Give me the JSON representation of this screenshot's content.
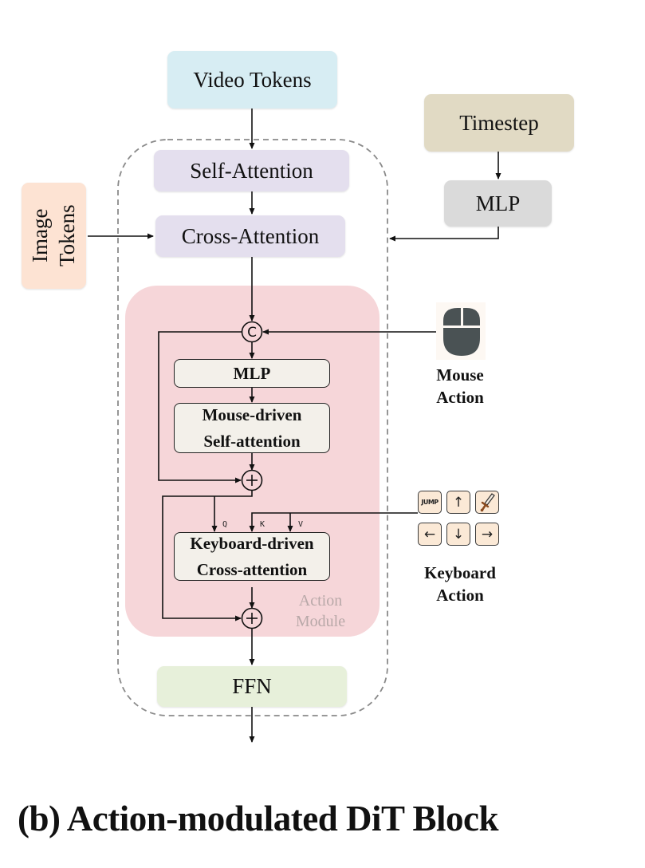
{
  "title": "(b) Action-modulated DiT Block",
  "colors": {
    "video_tokens": "#d7edf3",
    "self_attention": "#e4dfee",
    "cross_attention": "#e4dfee",
    "image_tokens": "#fde3d3",
    "timestep": "#e1dac4",
    "timestep_mlp": "#dadada",
    "action_module": "#f6d6d9",
    "inner_block": "#f3f0ea",
    "ffn": "#e7f0da",
    "mouse_icon": "#4a5254",
    "key_fill": "#fbe9d6"
  },
  "nodes": {
    "video_tokens": "Video Tokens",
    "self_attention": "Self-Attention",
    "cross_attention": "Cross-Attention",
    "image_tokens": "Image Tokens",
    "timestep": "Timestep",
    "timestep_mlp": "MLP",
    "concat_symbol": "C",
    "action_mlp": "MLP",
    "mouse_self_attention": [
      "Mouse-driven",
      "Self-attention"
    ],
    "add_symbol": "+",
    "keyboard_cross_attention": [
      "Keyboard-driven",
      "Cross-attention"
    ],
    "ffn": "FFN"
  },
  "action_module_label": [
    "Action",
    "Module"
  ],
  "attention_inputs": {
    "q": "Q",
    "k": "K",
    "v": "V"
  },
  "mouse_action": {
    "label": [
      "Mouse",
      "Action"
    ],
    "icon": "mouse-icon"
  },
  "keyboard_action": {
    "label": [
      "Keyboard",
      "Action"
    ],
    "keys": [
      {
        "name": "jump-key",
        "glyph": "JUMP"
      },
      {
        "name": "up-key",
        "glyph": "↑"
      },
      {
        "name": "attack-key",
        "glyph": "sword-icon"
      },
      {
        "name": "left-key",
        "glyph": "←"
      },
      {
        "name": "down-key",
        "glyph": "↓"
      },
      {
        "name": "right-key",
        "glyph": "→"
      }
    ]
  }
}
